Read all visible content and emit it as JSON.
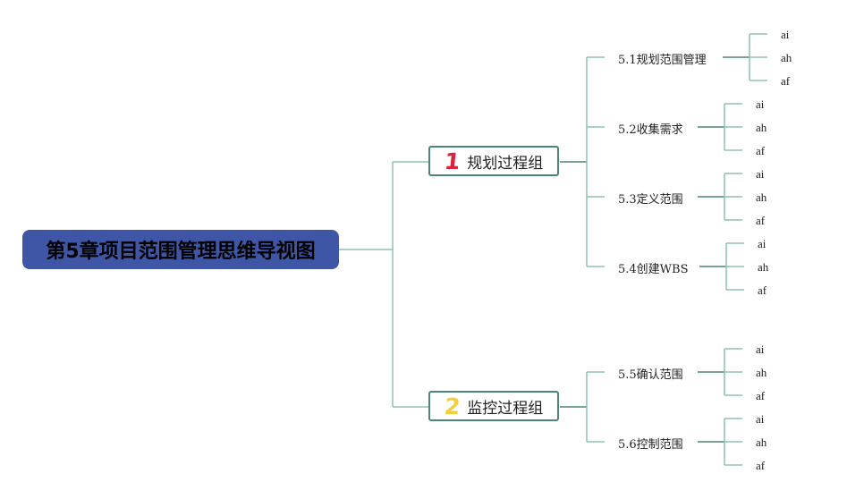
{
  "root": {
    "label": "第5章项目范围管理思维导视图"
  },
  "groups": [
    {
      "number": "1",
      "label": "规划过程组",
      "number_color": "#d9243a",
      "subs": [
        {
          "label": "5.1规划范围管理",
          "leaves": [
            "ai",
            "ah",
            "af"
          ]
        },
        {
          "label": "5.2收集需求",
          "leaves": [
            "ai",
            "ah",
            "af"
          ]
        },
        {
          "label": "5.3定义范围",
          "leaves": [
            "ai",
            "ah",
            "af"
          ]
        },
        {
          "label": "5.4创建WBS",
          "leaves": [
            "ai",
            "ah",
            "af"
          ]
        }
      ]
    },
    {
      "number": "2",
      "label": "监控过程组",
      "number_color": "#f2cf3c",
      "subs": [
        {
          "label": "5.5确认范围",
          "leaves": [
            "ai",
            "ah",
            "af"
          ]
        },
        {
          "label": "5.6控制范围",
          "leaves": [
            "ai",
            "ah",
            "af"
          ]
        }
      ]
    }
  ],
  "colors": {
    "root_fill": "#3f55a5",
    "line": "#8fc1b4",
    "line_dark": "#4e8377",
    "border": "#4e8377"
  }
}
